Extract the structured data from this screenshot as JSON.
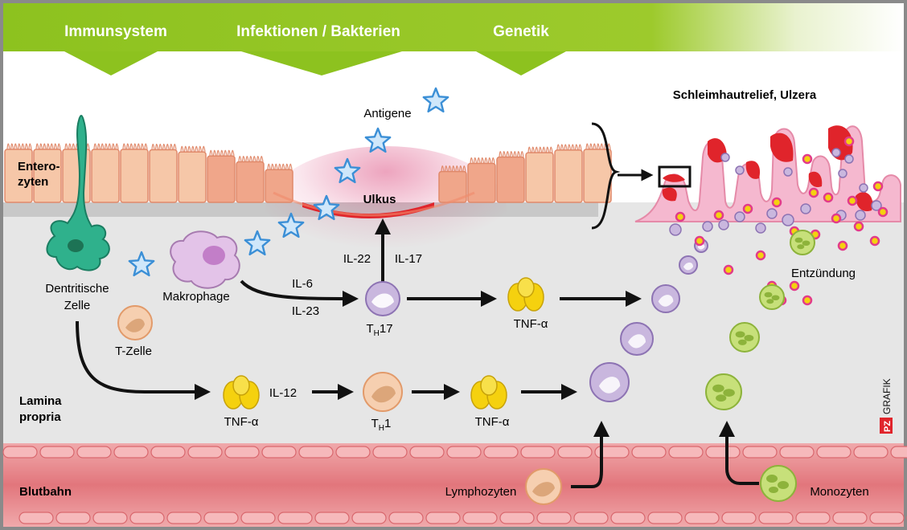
{
  "banner": {
    "items": [
      "Immunsystem",
      "Infektionen / Bakterien",
      "Genetik"
    ]
  },
  "regions": {
    "enterocytes_line1": "Entero-",
    "enterocytes_line2": "zyten",
    "lamina_line1": "Lamina",
    "lamina_line2": "propria",
    "bloodstream": "Blutbahn"
  },
  "labels": {
    "antigens": "Antigene",
    "ulcus": "Ulkus",
    "relief_title": "Schleimhautrelief, Ulzera",
    "dendritic_line1": "Dentritische",
    "dendritic_line2": "Zelle",
    "macrophage": "Makrophage",
    "tcell": "T-Zelle",
    "il6": "IL-6",
    "il23": "IL-23",
    "il22": "IL-22",
    "il17": "IL-17",
    "il12": "IL-12",
    "th17_main": "T",
    "th17_sub": "H",
    "th17_rest": "17",
    "th1_main": "T",
    "th1_sub": "H",
    "th1_rest": "1",
    "tnf_top": "TNF-α",
    "tnf_bottom_left": "TNF-α",
    "tnf_bottom_right": "TNF-α",
    "inflammation": "Entzündung",
    "lymphocytes": "Lymphozyten",
    "monocytes": "Monozyten",
    "credit_pz": "PZ",
    "credit_grafik": "GRAFIK"
  },
  "colors": {
    "banner_green": "#8dc21f",
    "enterocyte": "#f6c7a8",
    "ulcer_red": "#e0242b",
    "lamina": "#e6e6e6",
    "blood": "#e98f93",
    "cytokine_yellow": "#f5d10f",
    "star_blue": "#3b8fd6",
    "th_purple": "#c9b7de",
    "monocyte_green": "#c7e07a"
  }
}
